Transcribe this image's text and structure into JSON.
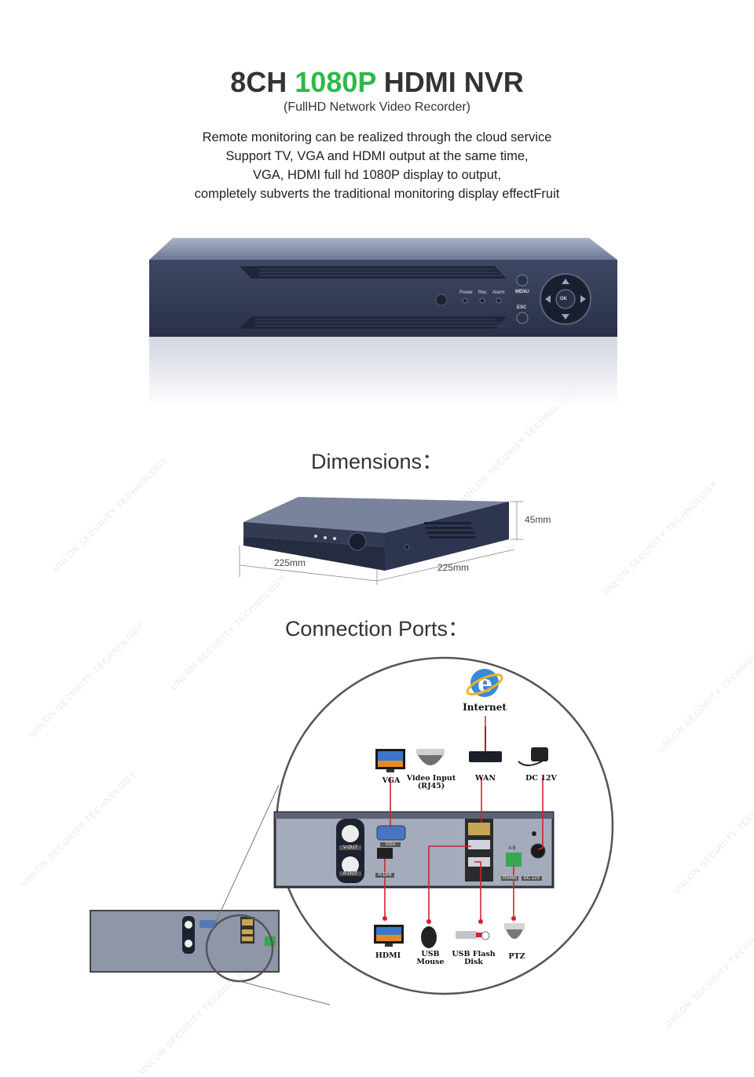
{
  "header": {
    "title_prefix": "8CH ",
    "title_accent": "1080P",
    "title_suffix": " HDMI NVR",
    "subtitle": "(FullHD Network Video Recorder)",
    "description": [
      "Remote monitoring can be realized through the cloud service",
      "Support TV, VGA and HDMI output at the same time,",
      "VGA, HDMI full hd 1080P display to output,",
      "completely subverts the traditional monitoring display effectFruit"
    ]
  },
  "front_panel": {
    "led_labels": [
      "Power",
      "Rec",
      "Alarm"
    ],
    "menu_label": "MENU",
    "esc_label": "ESC",
    "ok_label": "OK"
  },
  "dimensions": {
    "title": "Dimensions：",
    "width": "225mm",
    "depth": "225mm",
    "height": "45mm"
  },
  "connection_ports": {
    "title": "Connection Ports：",
    "internet": "Internet",
    "top_labels": {
      "vga": "VGA",
      "video_input_line1": "Video Input",
      "video_input_line2": "(RJ45)",
      "wan": "WAN",
      "dc": "DC 12V"
    },
    "bottom_labels": {
      "hdmi": "HDMI",
      "usb_mouse_line1": "USB",
      "usb_mouse_line2": "Mouse",
      "usb_flash_line1": "USB Flash",
      "usb_flash_line2": "Disk",
      "ptz": "PTZ"
    },
    "panel_tags": {
      "v_out": "V-OUT",
      "a_out": "A-OUT",
      "vga": "VGA",
      "hdmi": "H-DMI",
      "rs485": "RS485",
      "dc12v": "DC 12V",
      "ab": "A  B"
    }
  },
  "watermark_text": "UNLON SECURITY TECHNOLOGY",
  "colors": {
    "accent": "#2fb84b",
    "cable": "#d0222e",
    "device_body": "#3c4560",
    "rear_panel": "#9aa2b2"
  }
}
